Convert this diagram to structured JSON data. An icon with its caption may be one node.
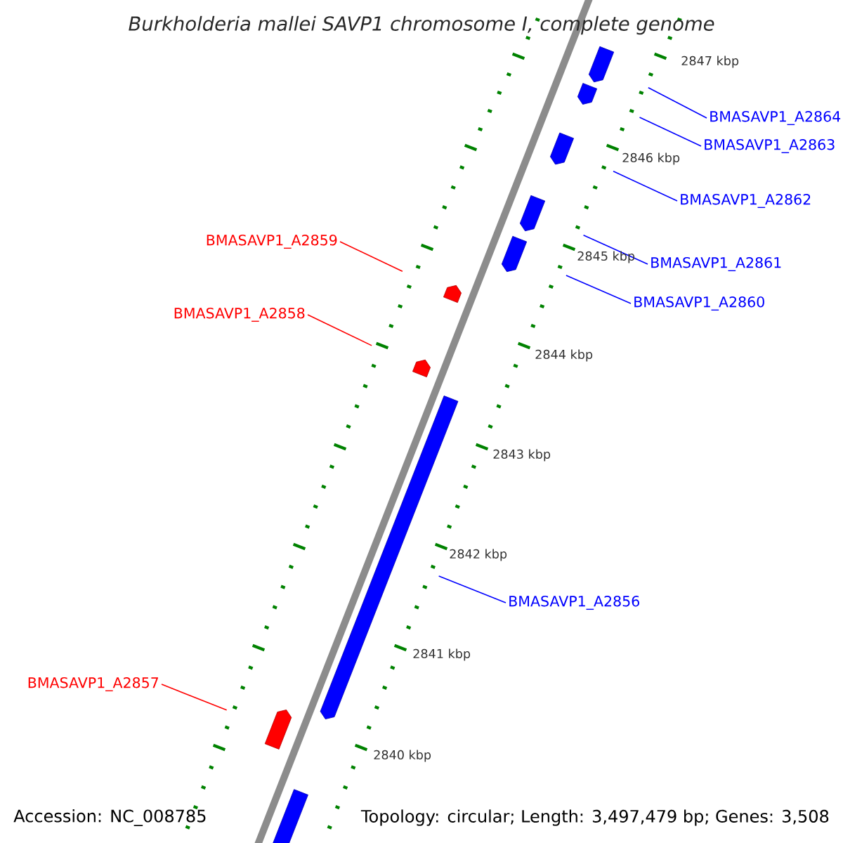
{
  "diagram": {
    "title": "Burkholderia mallei SAVP1 chromosome I, complete genome",
    "nodes": [
      {
        "text": [
          "BMASAVP1_A2864"
        ]
      },
      {
        "text": [],
        "shape": "bar"
      },
      {
        "text": [
          "BMASAVP1_A2863"
        ]
      },
      {
        "text": [],
        "shape": "bar"
      },
      {
        "text": [
          "BMASAVP1_A2862"
        ]
      },
      {
        "text": [],
        "shape": "bar"
      },
      {
        "text": [
          "BMASAVP1_A2859"
        ]
      },
      {
        "text": [],
        "shape": "bar"
      },
      {
        "text": [
          "BMASAVP1_A2861"
        ]
      },
      {
        "text": [],
        "shape": "bar"
      },
      {
        "text": [
          "BMASAVP1_A2860"
        ]
      },
      {
        "text": [],
        "shape": "bar"
      },
      {
        "text": [
          "BMASAVP1_A2858"
        ]
      },
      {
        "text": [],
        "shape": "bar"
      },
      {
        "text": [],
        "shape": "bar"
      },
      {
        "text": [
          "BMASAVP1_A2856"
        ]
      },
      {
        "text": [
          "BMASAVP1_A2857"
        ]
      },
      {
        "text": [],
        "shape": "bar"
      },
      {
        "text": [],
        "shape": "bar"
      }
    ],
    "edges": [
      {
        "from": 0,
        "to": 1,
        "arrow": "none"
      },
      {
        "from": 2,
        "to": 3,
        "arrow": "none"
      },
      {
        "from": 4,
        "to": 5,
        "arrow": "none"
      },
      {
        "from": 6,
        "to": 7,
        "arrow": "none",
        "color": "#ff0000"
      },
      {
        "from": 8,
        "to": 9,
        "arrow": "none"
      },
      {
        "from": 10,
        "to": 11,
        "arrow": "none"
      },
      {
        "from": 12,
        "to": 13,
        "arrow": "none",
        "color": "#ff0000"
      },
      {
        "from": 15,
        "to": 14,
        "arrow": "none"
      },
      {
        "from": 16,
        "to": 17,
        "arrow": "none",
        "color": "#ff0000"
      }
    ],
    "labels": [
      "2847 kbp",
      "2846 kbp",
      "2845 kbp",
      "2844 kbp",
      "2843 kbp",
      "2842 kbp",
      "2841 kbp",
      "2840 kbp",
      "Accession: NC_008785",
      "Topology: circular; Length: 3,497,479 bp; Genes: 3,508"
    ]
  }
}
